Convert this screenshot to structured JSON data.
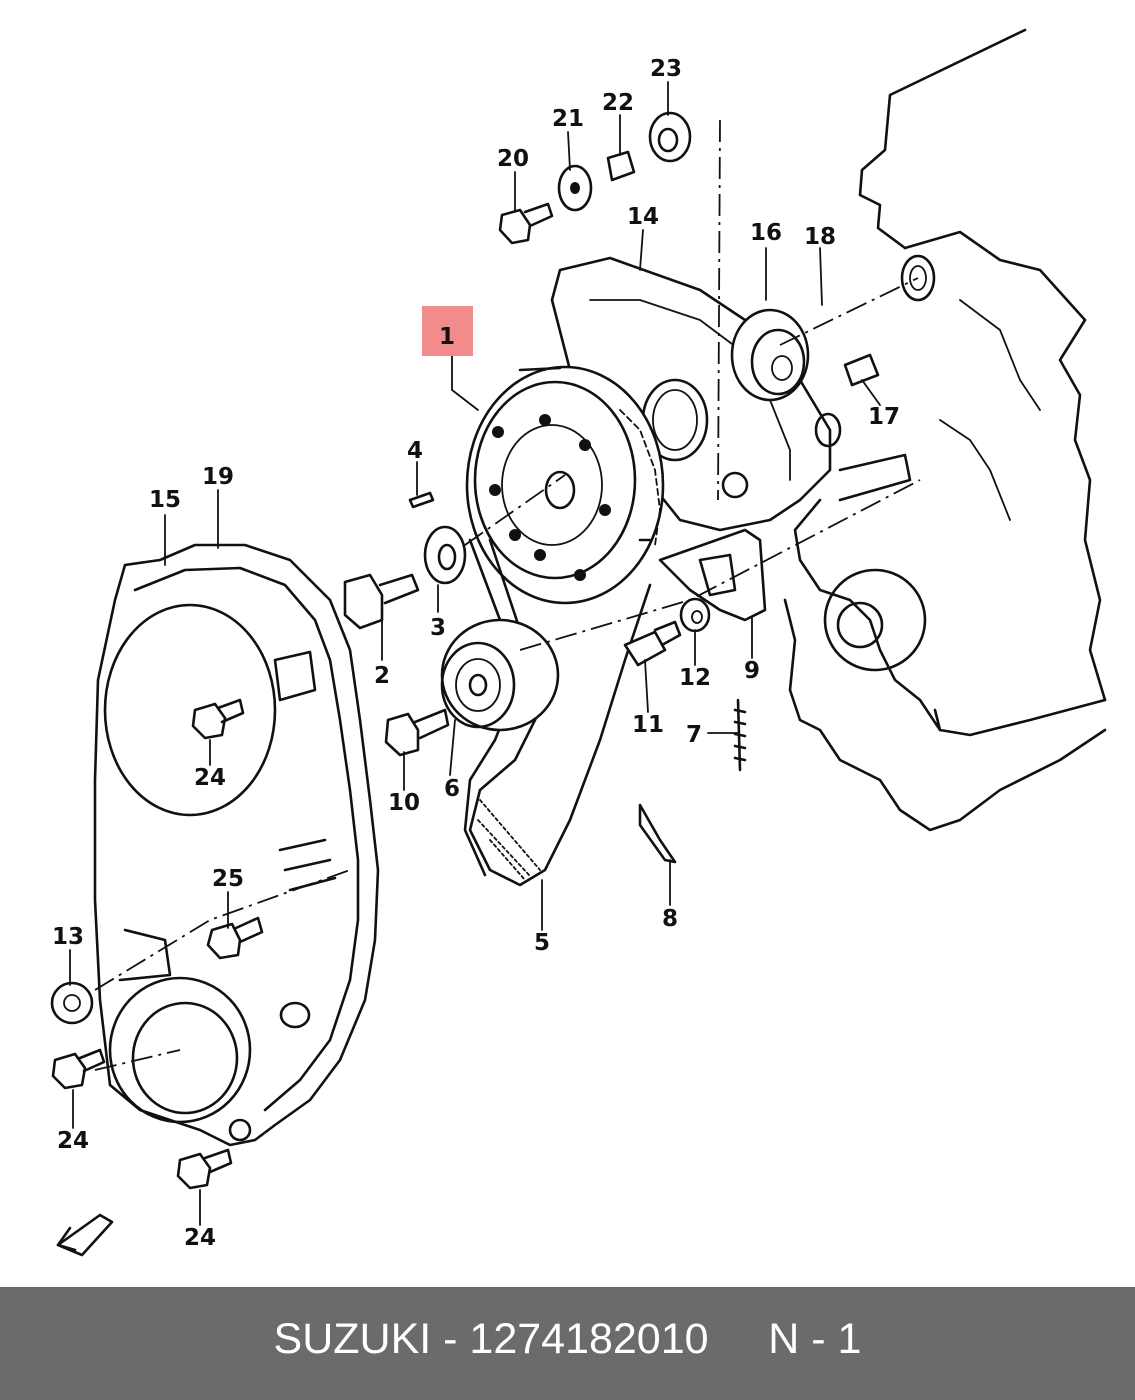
{
  "footer": {
    "caption": "SUZUKI - 1274182010     N - 1"
  },
  "highlight_color": "#f28b8b",
  "callouts": [
    "1",
    "2",
    "3",
    "4",
    "5",
    "6",
    "7",
    "8",
    "9",
    "10",
    "11",
    "12",
    "13",
    "14",
    "15",
    "16",
    "17",
    "18",
    "19",
    "20",
    "21",
    "22",
    "23",
    "24",
    "25"
  ]
}
